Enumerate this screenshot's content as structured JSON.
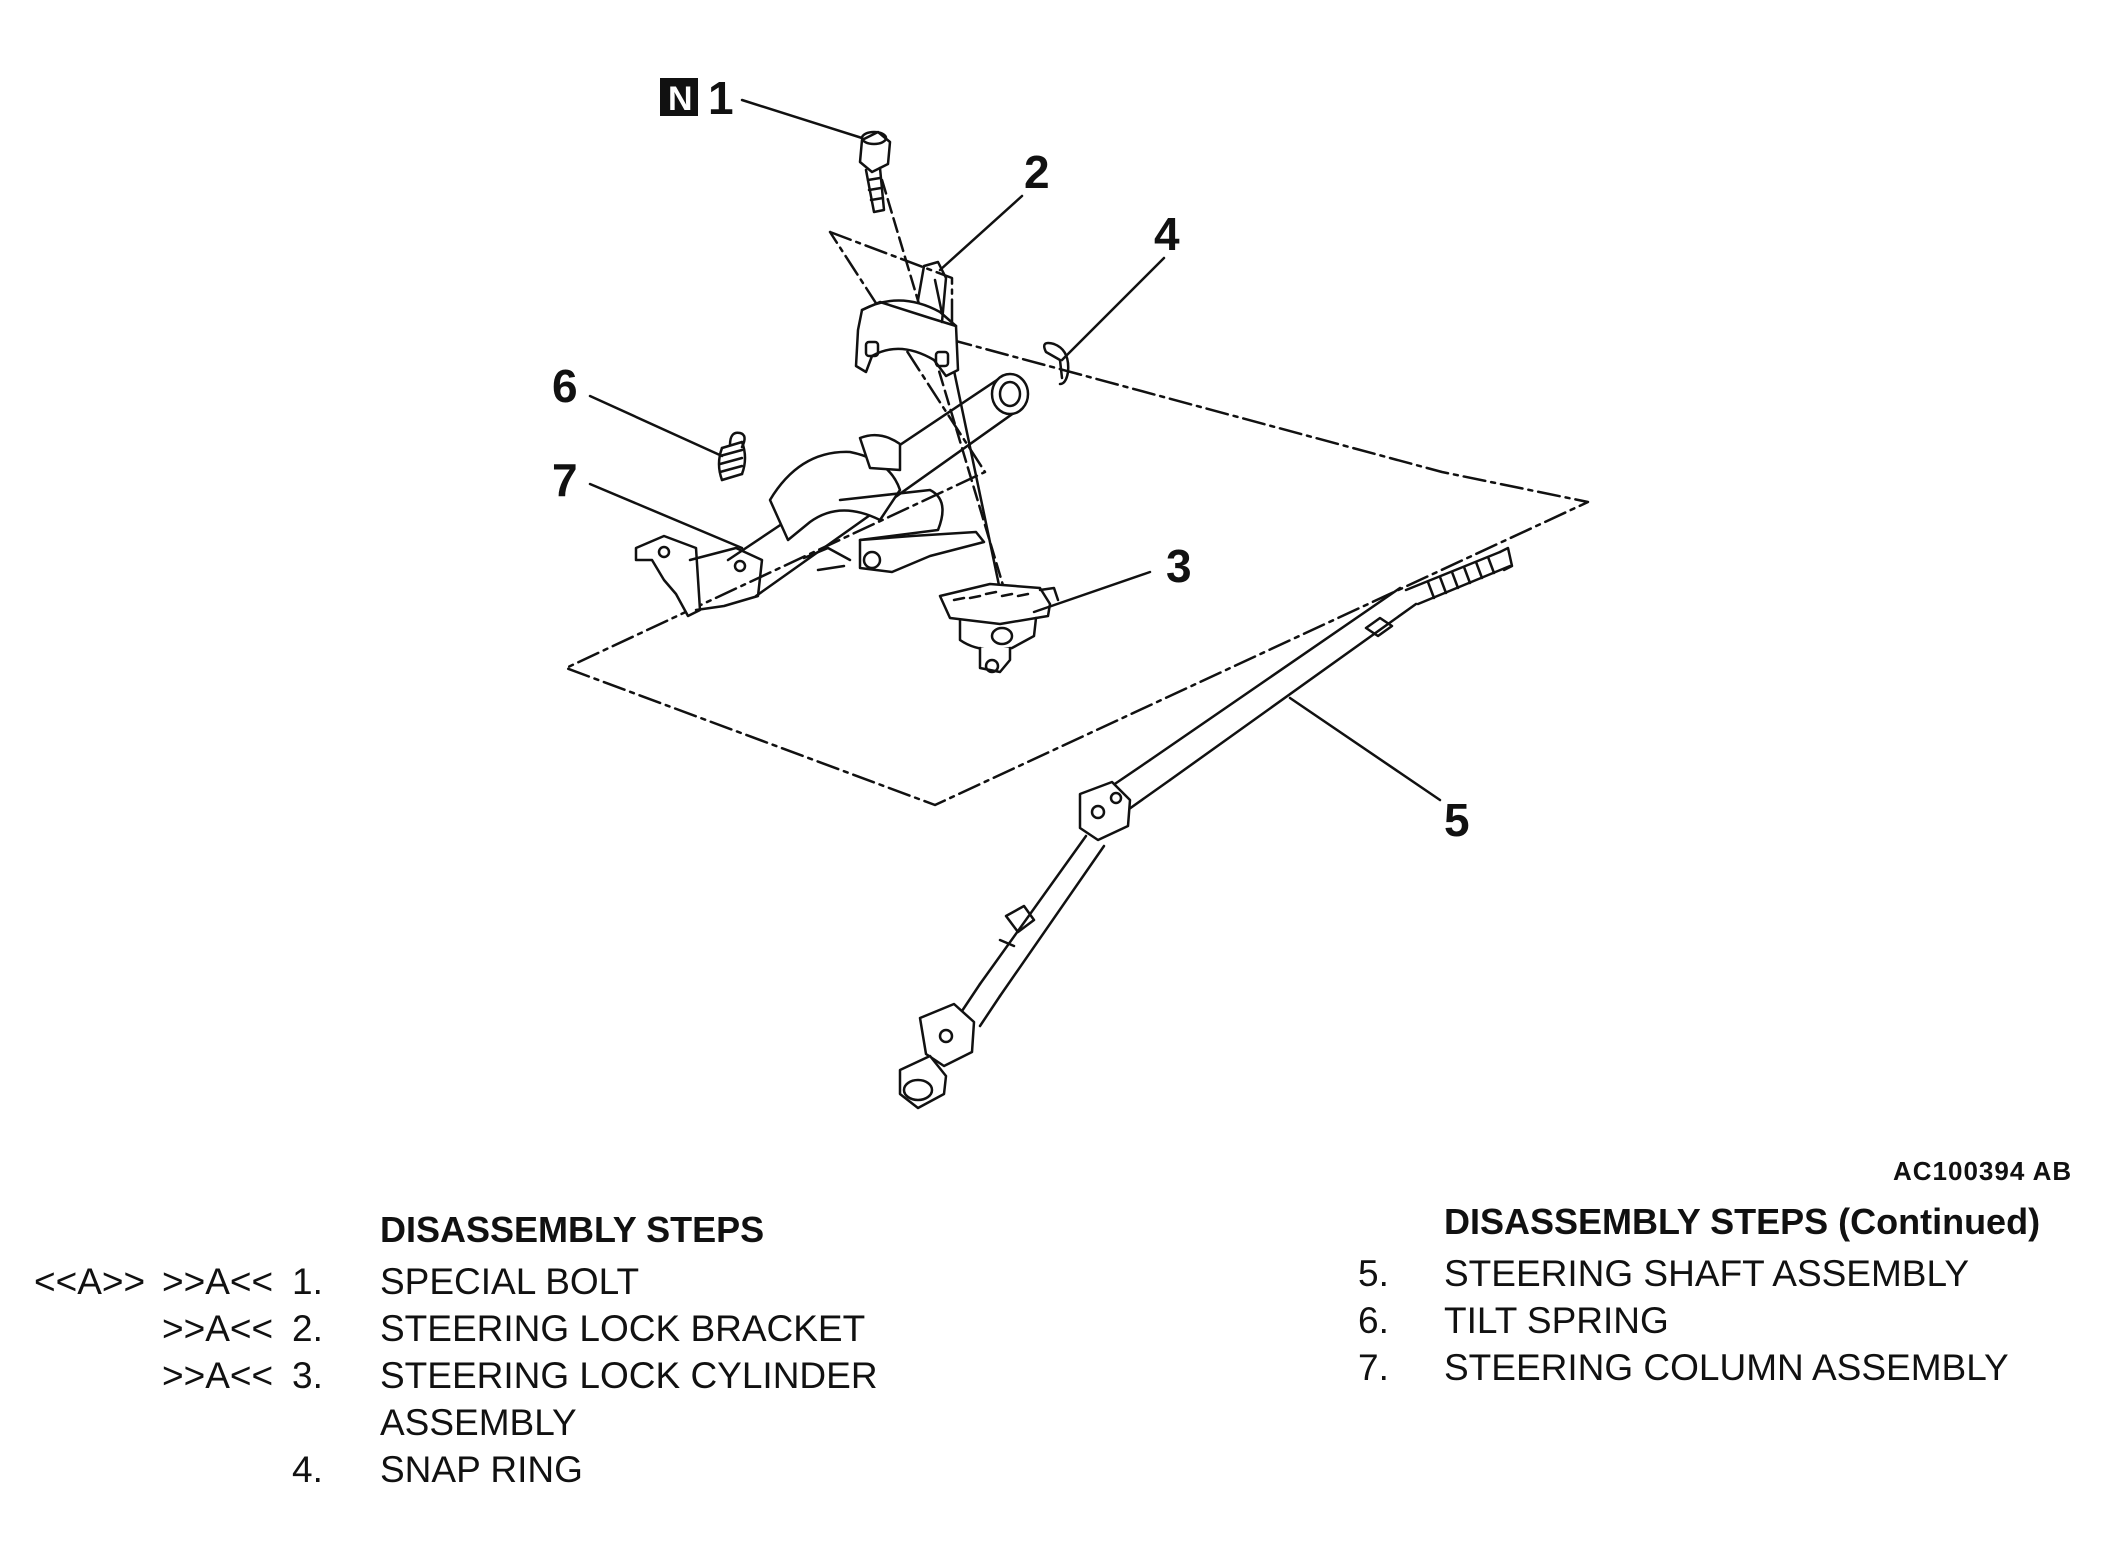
{
  "callouts": [
    {
      "id": "1",
      "label": "1",
      "badge": "N",
      "part": "special-bolt"
    },
    {
      "id": "2",
      "label": "2",
      "part": "steering-lock-bracket"
    },
    {
      "id": "3",
      "label": "3",
      "part": "steering-lock-cylinder"
    },
    {
      "id": "4",
      "label": "4",
      "part": "snap-ring"
    },
    {
      "id": "5",
      "label": "5",
      "part": "steering-shaft"
    },
    {
      "id": "6",
      "label": "6",
      "part": "tilt-spring"
    },
    {
      "id": "7",
      "label": "7",
      "part": "steering-column"
    }
  ],
  "figure_ref": "AC100394 AB",
  "left_list": {
    "heading": "DISASSEMBLY STEPS",
    "items": [
      {
        "removal": "<<A>>",
        "install": ">>A<<",
        "num": "1.",
        "text": "SPECIAL BOLT"
      },
      {
        "removal": "",
        "install": ">>A<<",
        "num": "2.",
        "text": "STEERING LOCK BRACKET"
      },
      {
        "removal": "",
        "install": ">>A<<",
        "num": "3.",
        "text": "STEERING LOCK CYLINDER"
      },
      {
        "removal": "",
        "install": "",
        "num": "",
        "text": "ASSEMBLY"
      },
      {
        "removal": "",
        "install": "",
        "num": "4.",
        "text": "SNAP RING"
      }
    ]
  },
  "right_list": {
    "heading": "DISASSEMBLY STEPS (Continued)",
    "items": [
      {
        "num": "5.",
        "text": "STEERING SHAFT ASSEMBLY"
      },
      {
        "num": "6.",
        "text": "TILT SPRING"
      },
      {
        "num": "7.",
        "text": "STEERING COLUMN ASSEMBLY"
      }
    ]
  }
}
